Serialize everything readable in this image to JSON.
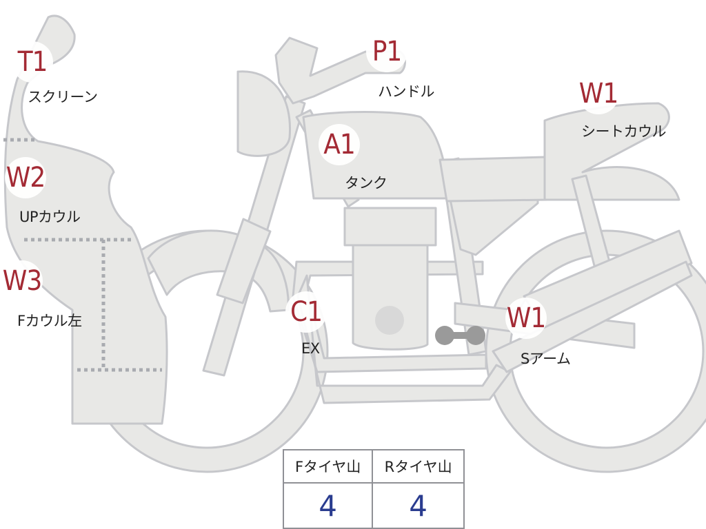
{
  "parts": [
    {
      "id": "screen",
      "code": "T1",
      "label": "スクリーン"
    },
    {
      "id": "up-cowl",
      "code": "W2",
      "label": "UPカウル"
    },
    {
      "id": "f-cowl-left",
      "code": "W3",
      "label": "Fカウル左"
    },
    {
      "id": "handle",
      "code": "P1",
      "label": "ハンドル"
    },
    {
      "id": "tank",
      "code": "A1",
      "label": "タンク"
    },
    {
      "id": "seat-cowl",
      "code": "W1",
      "label": "シートカウル"
    },
    {
      "id": "exhaust",
      "code": "C1",
      "label": "EX"
    },
    {
      "id": "swing-arm",
      "code": "W1",
      "label": "Sアーム"
    }
  ],
  "tires": {
    "front_label": "Fタイヤ山",
    "rear_label": "Rタイヤ山",
    "front_value": "4",
    "rear_value": "4"
  },
  "colors": {
    "body_fill": "#e8e8e6",
    "outline": "#c6c7cb",
    "code_text": "#a32a34",
    "value_text": "#2a3c8f"
  }
}
